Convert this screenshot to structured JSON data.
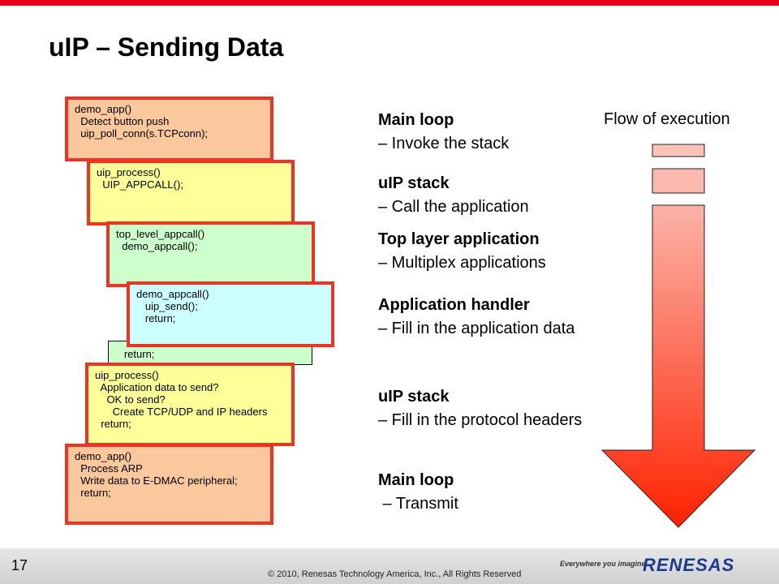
{
  "slide": {
    "title": "uIP – Sending Data",
    "page_number": "17",
    "copyright": "© 2010, Renesas Technology America, Inc., All Rights Reserved",
    "tagline": "Everywhere you imagine.",
    "logo_text": "RENESAS",
    "accent_color": "#e8001c"
  },
  "code_boxes": [
    {
      "lines": [
        "demo_app()",
        "",
        "  Detect button push",
        "  uip_poll_conn(s.TCPconn);"
      ]
    },
    {
      "lines": [
        "uip_process()",
        "",
        "  UIP_APPCALL();"
      ]
    },
    {
      "lines": [
        "top_level_appcall()",
        "",
        "  demo_appcall();"
      ]
    },
    {
      "lines": [
        "demo_appcall()",
        "",
        "   uip_send();",
        "   return;"
      ]
    },
    {
      "lines": [
        "   return;"
      ]
    },
    {
      "lines": [
        "uip_process()",
        "",
        "  Application data to send?",
        "    OK to send?",
        "      Create TCP/UDP and IP headers",
        "  return;"
      ]
    },
    {
      "lines": [
        "demo_app()",
        "",
        "  Process ARP",
        "  Write data to E-DMAC peripheral;",
        "  return;"
      ]
    }
  ],
  "steps": [
    {
      "head": "Main loop",
      "sub": "– Invoke the stack"
    },
    {
      "head": "uIP stack",
      "sub": "– Call the application"
    },
    {
      "head": "Top layer application",
      "sub": "– Multiplex applications"
    },
    {
      "head": "Application handler",
      "sub": "– Fill in the application data"
    },
    {
      "head": "uIP stack",
      "sub": "– Fill in the protocol headers"
    },
    {
      "head": "Main loop",
      "sub": " – Transmit"
    }
  ],
  "flow": {
    "label": "Flow of execution",
    "gradient_top": "#fbb3a8",
    "gradient_bottom": "#ff2200"
  }
}
